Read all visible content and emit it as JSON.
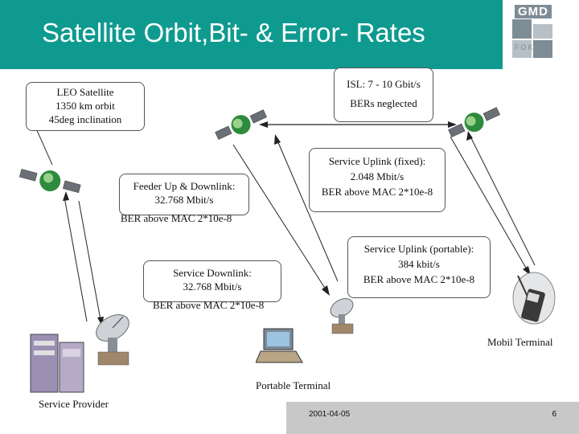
{
  "header": {
    "title": "Satellite Orbit,Bit- & Error- Rates",
    "logo_text": "GMD",
    "logo_sub": "FOKUS"
  },
  "boxes": {
    "leo": [
      "LEO Satellite",
      "1350 km orbit",
      "45deg inclination"
    ],
    "isl": [
      "ISL: 7 - 10 Gbit/s",
      "BERs neglected"
    ],
    "uplink_fixed": [
      "Service Uplink (fixed):",
      "2.048 Mbit/s",
      "BER above MAC 2*10e-8"
    ],
    "feeder": [
      "Feeder Up & Downlink:",
      "32.768 Mbit/s"
    ],
    "feeder_ber": "BER above MAC 2*10e-8",
    "uplink_portable": [
      "Service Uplink (portable):",
      "384 kbit/s",
      "BER above MAC 2*10e-8"
    ],
    "downlink": [
      "Service Downlink:",
      "32.768 Mbit/s"
    ],
    "downlink_ber": "BER above MAC 2*10e-8"
  },
  "labels": {
    "mobil_terminal": "Mobil Terminal",
    "portable_terminal": "Portable Terminal",
    "service_provider": "Service Provider"
  },
  "footer": {
    "date": "2001-04-05",
    "page": "6"
  },
  "icons": [
    "satellite-icon",
    "satellite-dish-icon",
    "server-icon",
    "laptop-icon",
    "mobile-terminal-icon"
  ]
}
